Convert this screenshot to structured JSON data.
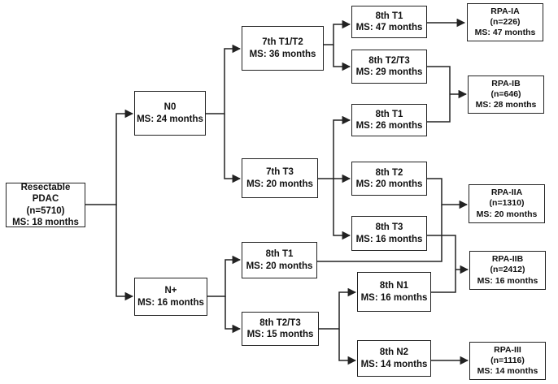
{
  "diagram": {
    "root": {
      "line1": "Resectable PDAC",
      "line2": "(n=5710)",
      "line3": "MS: 18 months"
    },
    "n0": {
      "line1": "N0",
      "line2": "MS: 24 months"
    },
    "nplus": {
      "line1": "N+",
      "line2": "MS: 16 months"
    },
    "t12_7th": {
      "line1": "7th T1/T2",
      "line2": "MS: 36 months"
    },
    "t3_7th": {
      "line1": "7th T3",
      "line2": "MS: 20 months"
    },
    "t1_8th_a": {
      "line1": "8th T1",
      "line2": "MS: 47 months"
    },
    "t23_8th_a": {
      "line1": "8th T2/T3",
      "line2": "MS: 29 months"
    },
    "t1_8th_b": {
      "line1": "8th T1",
      "line2": "MS: 26 months"
    },
    "t2_8th": {
      "line1": "8th T2",
      "line2": "MS: 20 months"
    },
    "t3_8th": {
      "line1": "8th T3",
      "line2": "MS: 16 months"
    },
    "t1_8th_c": {
      "line1": "8th T1",
      "line2": "MS: 20 months"
    },
    "t23_8th_b": {
      "line1": "8th T2/T3",
      "line2": "MS: 15 months"
    },
    "n1_8th": {
      "line1": "8th N1",
      "line2": "MS: 16 months"
    },
    "n2_8th": {
      "line1": "8th N2",
      "line2": "MS: 14 months"
    },
    "rpa_ia": {
      "line1": "RPA-IA",
      "line2": "(n=226)",
      "line3": "MS: 47 months"
    },
    "rpa_ib": {
      "line1": "RPA-IB",
      "line2": "(n=646)",
      "line3": "MS: 28 months"
    },
    "rpa_iia": {
      "line1": "RPA-IIA",
      "line2": "(n=1310)",
      "line3": "MS: 20 months"
    },
    "rpa_iib": {
      "line1": "RPA-IIB",
      "line2": "(n=2412)",
      "line3": "MS: 16 months"
    },
    "rpa_iii": {
      "line1": "RPA-III",
      "line2": "(n=1116)",
      "line3": "MS: 14 months"
    }
  }
}
